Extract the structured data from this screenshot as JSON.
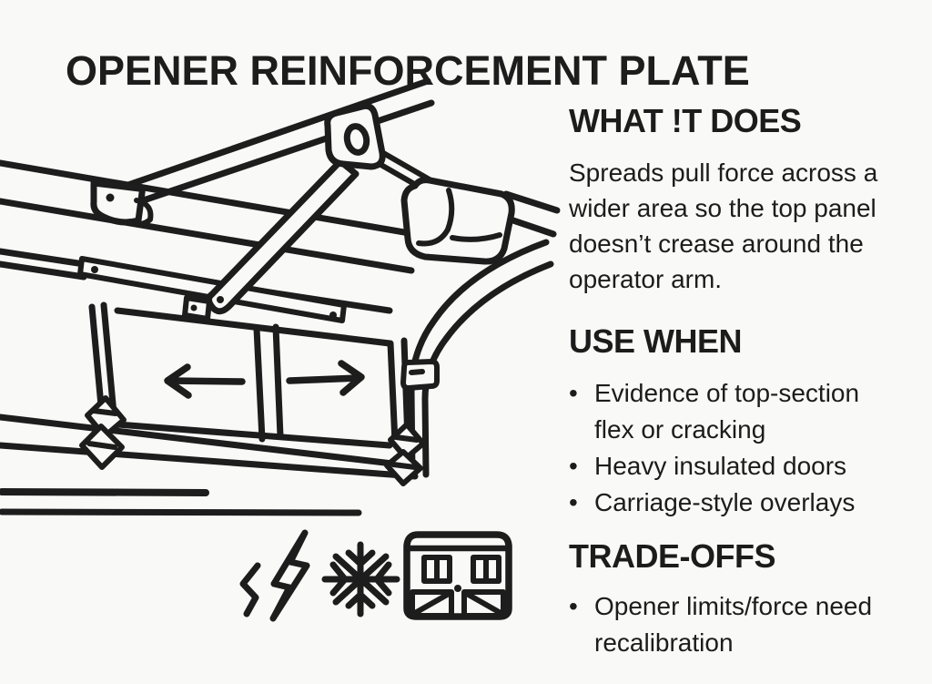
{
  "title": "OPENER REINFORCEMENT PLATE",
  "sections": {
    "what_it_does": {
      "heading": "WHAT !T DOES",
      "body": "Spreads pull force across a\nwider area so the top panel\ndoesn’t crease around the\noperator arm."
    },
    "use_when": {
      "heading": "USE WHEN",
      "bullet_char": "•",
      "bullets": [
        "Evidence of top-section\nflex or cracking",
        "Heavy insulated doors",
        "Carriage-style overlays"
      ]
    },
    "trade_offs": {
      "heading": "TRADE-OFFS",
      "bullet_char": "•",
      "bullets": [
        "Opener limits/force need\nrecalibration"
      ]
    }
  },
  "illustration": {
    "description": "line drawing of garage door top section with opener rail, trolley, operator arm, reinforcement plate and spread arrows",
    "arrow_directions": [
      "left",
      "right"
    ],
    "icons": [
      "power-bolt-icon",
      "snowflake-icon",
      "garage-door-icon"
    ]
  },
  "colors": {
    "ink": "#1d1d1d",
    "background": "#f9f9f7"
  }
}
